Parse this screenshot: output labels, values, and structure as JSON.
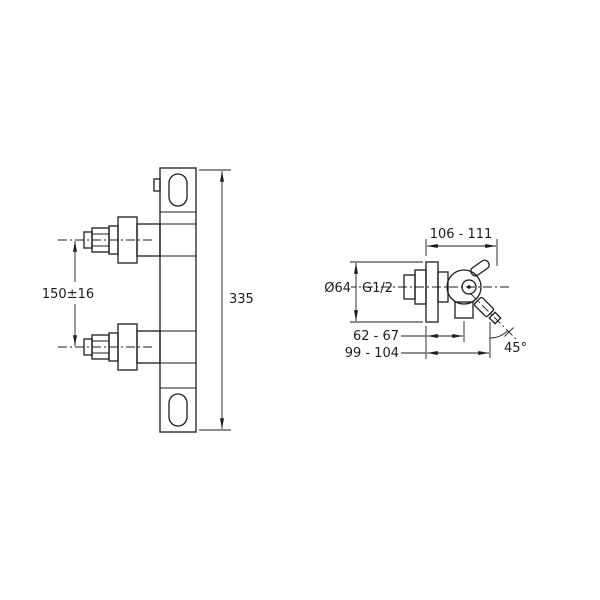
{
  "page": {
    "background": "#ffffff",
    "line_color": "#1c1c1c"
  },
  "front_view": {
    "dim_inlet_spacing": "150±16",
    "dim_overall_height": "335"
  },
  "side_view": {
    "dim_overall_width": "106 - 111",
    "dim_escutcheon_diameter": "Ø64",
    "thread_size": "G1/2",
    "dim_outlet_depth": "62 - 67",
    "dim_total_depth": "99 - 104",
    "outlet_angle": "45°"
  }
}
